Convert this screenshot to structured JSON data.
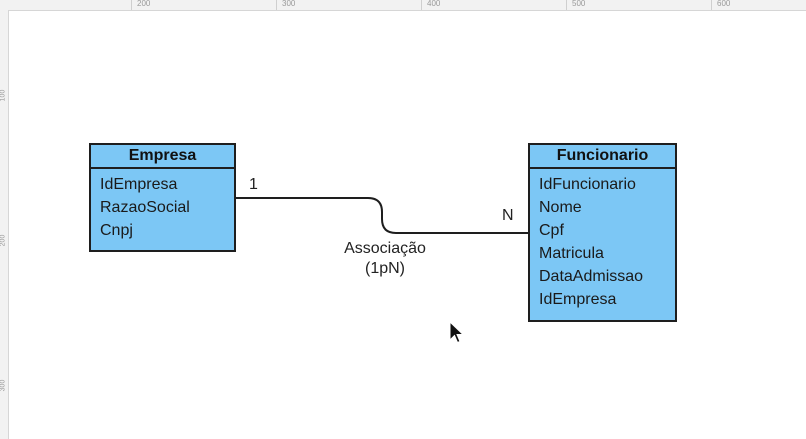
{
  "ruler": {
    "ticks": [
      "200",
      "300",
      "400",
      "500",
      "600"
    ],
    "left_ticks": [
      "100",
      "200",
      "300"
    ]
  },
  "diagram": {
    "entity_a": {
      "title": "Empresa",
      "attributes": [
        "IdEmpresa",
        "RazaoSocial",
        "Cnpj"
      ]
    },
    "entity_b": {
      "title": "Funcionario",
      "attributes": [
        "IdFuncionario",
        "Nome",
        "Cpf",
        "Matricula",
        "DataAdmissao",
        "IdEmpresa"
      ]
    },
    "relationship": {
      "name": "Associação",
      "type": "(1pN)",
      "card_a": "1",
      "card_b": "N"
    }
  },
  "colors": {
    "entity_fill": "#7cc7f5",
    "border": "#1e1e1e"
  }
}
